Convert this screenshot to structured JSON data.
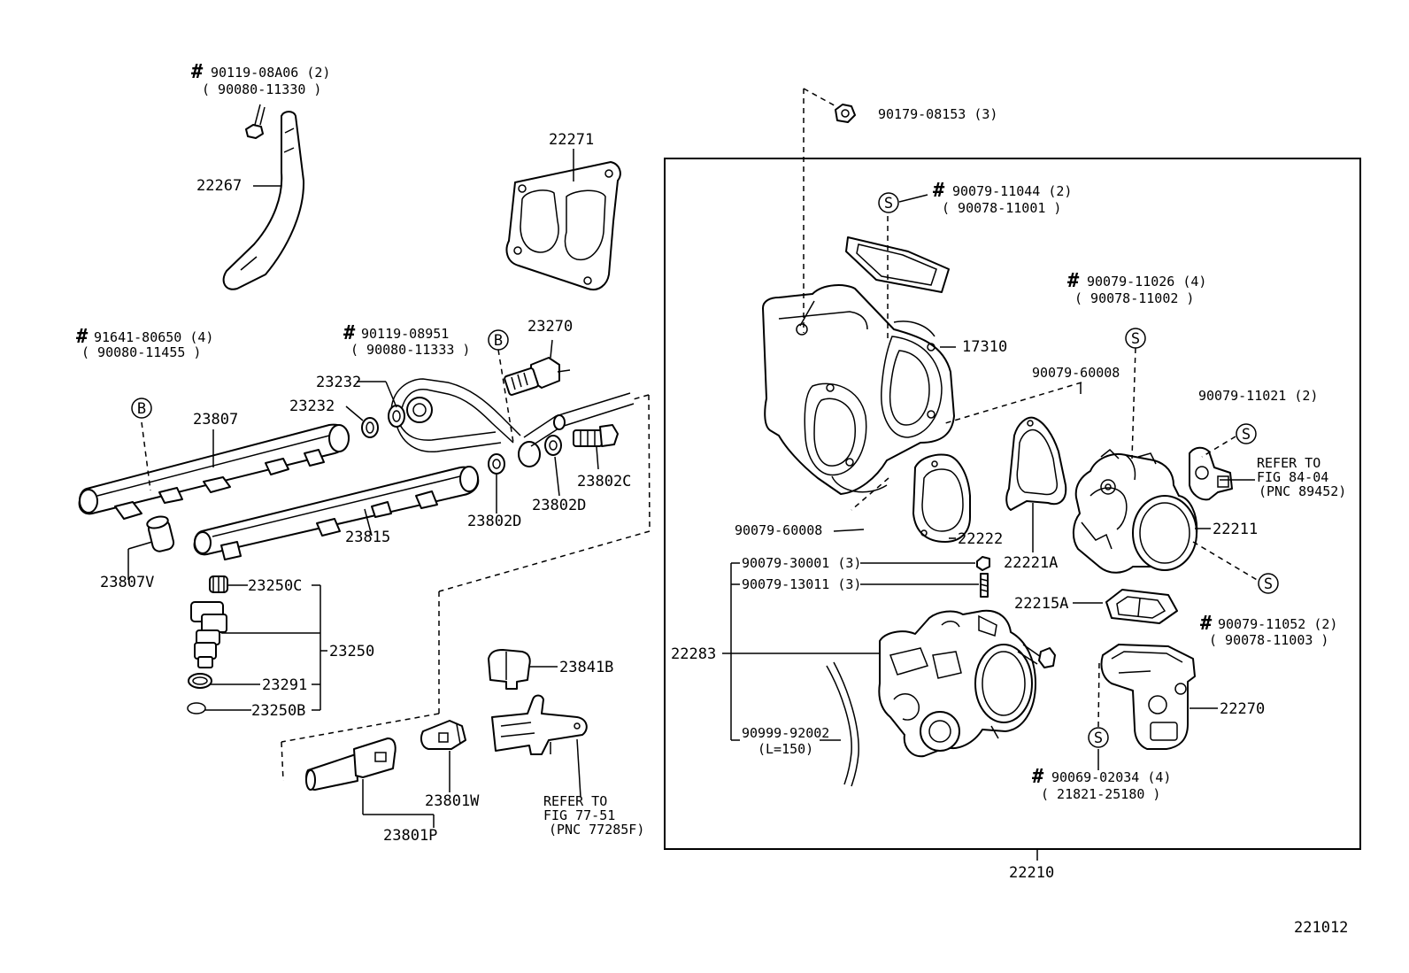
{
  "diagram_id": "221012",
  "parts": {
    "p90119_08A06": "90119-08A06 (2)",
    "p90080_11330": "( 90080-11330 )",
    "p22267": "22267",
    "p22271": "22271",
    "p91641_80650": "91641-80650 (4)",
    "p90080_11455": "( 90080-11455 )",
    "p90119_08951": "90119-08951",
    "p90080_11333": "( 90080-11333 )",
    "p23270": "23270",
    "p23232_a": "23232",
    "p23232_b": "23232",
    "p23807": "23807",
    "p23815": "23815",
    "p23802C": "23802C",
    "p23802D_a": "23802D",
    "p23802D_b": "23802D",
    "p23807V": "23807V",
    "p23250C": "23250C",
    "p23250": "23250",
    "p23291": "23291",
    "p23250B": "23250B",
    "p23841B": "23841B",
    "p23801W": "23801W",
    "p23801P": "23801P",
    "refer_77_line1": "REFER TO",
    "refer_77_line2": "FIG 77-51",
    "refer_77_line3": "(PNC 77285F)",
    "p90179_08153": "90179-08153 (3)",
    "p90079_11044": "90079-11044 (2)",
    "p90078_11001": "( 90078-11001 )",
    "p17310": "17310",
    "p90079_11026": "90079-11026 (4)",
    "p90078_11002": "( 90078-11002 )",
    "p90079_60008_a": "90079-60008",
    "p90079_60008_b": "90079-60008",
    "p90079_11021": "90079-11021 (2)",
    "refer_84_line1": "REFER TO",
    "refer_84_line2": "FIG 84-04",
    "refer_84_line3": "(PNC 89452)",
    "p22222": "22222",
    "p22221A": "22221A",
    "p22211": "22211",
    "p90079_30001": "90079-30001 (3)",
    "p90079_13011": "90079-13011 (3)",
    "p22283": "22283",
    "p22215A": "22215A",
    "p90079_11052": "90079-11052 (2)",
    "p90078_11003": "( 90078-11003 )",
    "p90999_92002": "90999-92002",
    "p90999_len": "(L=150)",
    "p22270": "22270",
    "p90069_02034": "90069-02034 (4)",
    "p21821_25180": "( 21821-25180 )",
    "p22210": "22210"
  },
  "markers": {
    "hash": "#",
    "circle_b": "B",
    "circle_s": "S"
  }
}
